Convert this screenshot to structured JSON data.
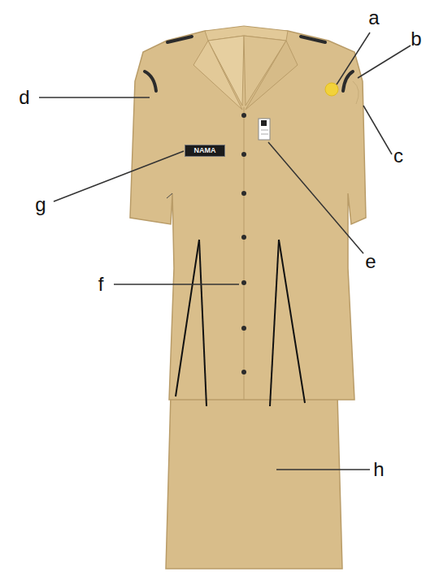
{
  "diagram": {
    "nodes": [
      {
        "text": [
          "NAMA"
        ]
      }
    ],
    "labels": [
      "a",
      "b",
      "c",
      "d",
      "e",
      "f",
      "g",
      "h"
    ]
  }
}
